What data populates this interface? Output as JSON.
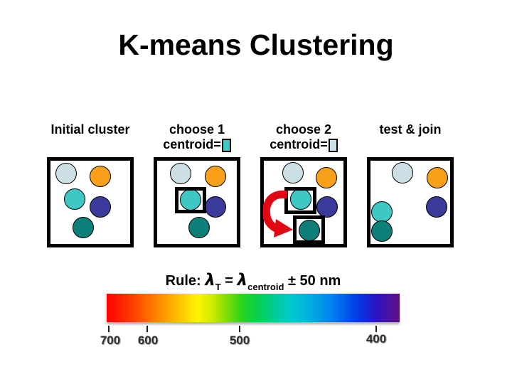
{
  "title": "K-means Clustering",
  "panels": [
    {
      "name": "initial-cluster",
      "label": "Initial cluster",
      "circles": [
        "light_blue",
        "orange",
        "turquoise",
        "dark_blue",
        "teal"
      ]
    },
    {
      "name": "choose-1-centroid",
      "label_line1": "choose 1",
      "label_line2": "centroid=",
      "centroid_swatch_color_key": "turquoise",
      "circles": [
        "light_blue",
        "orange",
        "turquoise",
        "dark_blue",
        "teal"
      ],
      "highlighted": [
        "turquoise"
      ]
    },
    {
      "name": "choose-2-centroid",
      "label_line1": "choose 2",
      "label_line2": "centroid=",
      "centroid_swatch_color_key": "pale_blue",
      "circles": [
        "light_blue",
        "orange",
        "turquoise",
        "dark_blue",
        "teal"
      ],
      "highlighted": [
        "turquoise",
        "teal"
      ],
      "arrow": "red curved arrow from turquoise selection to teal selection"
    },
    {
      "name": "test-and-join",
      "label": "test & join",
      "circles": [
        "light_blue",
        "orange",
        "turquoise",
        "dark_blue",
        "teal"
      ],
      "joined": [
        "turquoise",
        "teal"
      ]
    }
  ],
  "colors": {
    "light_blue": "#CBDFE4",
    "orange": "#F9A01B",
    "turquoise": "#3EC7C5",
    "dark_blue": "#3A3A9B",
    "teal": "#0E7E79",
    "pale_blue": "#C8E0E8",
    "arrow_red": "#E30613"
  },
  "rule": {
    "label": "Rule:",
    "lhs_lambda": "λ",
    "lhs_sub": "T",
    "equals": "=",
    "rhs_lambda": "λ",
    "rhs_sub": "centroid",
    "tolerance": "±",
    "value": "50 nm"
  },
  "spectrum": {
    "gradient_stops": [
      "#ff0000 0%",
      "#ff4000 9%",
      "#ff8c00 18%",
      "#ffc400 25%",
      "#fff500 31%",
      "#cdeb00 36%",
      "#7fdd05 41%",
      "#2bd41c 46%",
      "#06cf52 52%",
      "#00cba0 58%",
      "#00c9cf 63%",
      "#00abdf 70%",
      "#007ef2 77%",
      "#0040e6 85%",
      "#2814c2 92%",
      "#53119b 97%",
      "#5e0d85 100%"
    ],
    "axis_ticks": [
      {
        "label": "700"
      },
      {
        "label": "600"
      },
      {
        "label": "500"
      },
      {
        "label": "400"
      }
    ]
  }
}
